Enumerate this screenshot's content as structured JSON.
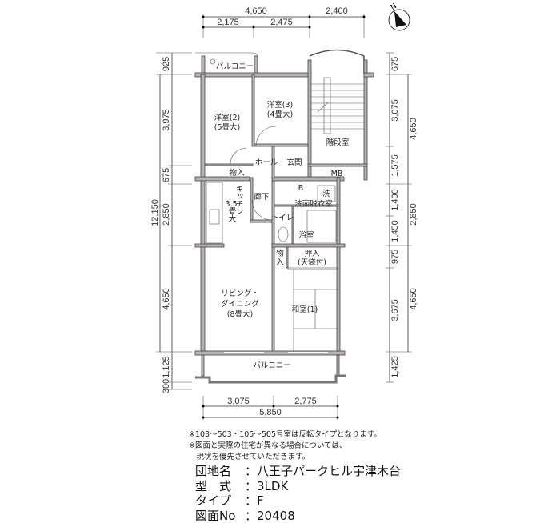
{
  "dimensions": {
    "top": [
      "4,650",
      "2,400",
      "2,175",
      "2,475"
    ],
    "bottom": [
      "3,075",
      "2,775",
      "5,850"
    ],
    "left": [
      "925",
      "3,975",
      "675",
      "2,850",
      "4,650",
      "1,125",
      "300",
      "12,150"
    ],
    "right_inner": [
      "675",
      "3,075",
      "1,575",
      "1,400",
      "1,450",
      "975",
      "3,675",
      "1,425"
    ],
    "right_outer": [
      "4,650",
      "2,850",
      "4,650"
    ]
  },
  "rooms": {
    "balcony_top": "バルコニー",
    "western2": "洋室(2)",
    "western2_size": "(5畳大)",
    "western3": "洋室(3)",
    "western3_size": "(4畳大)",
    "stairs": "階段室",
    "hall": "ホール",
    "entrance": "玄関",
    "storage1": "物入",
    "mb": "MB",
    "kitchen": "キッチン",
    "kitchen_size1": "3.5",
    "kitchen_size2": "畳大",
    "corridor": "廊下",
    "b_mark": "B",
    "washer": "洗",
    "washroom": "洗面脱衣室",
    "toilet": "トイレ",
    "bath": "浴室",
    "storage2a": "物",
    "storage2b": "入",
    "oshiire": "押入",
    "oshiire_sub": "(天袋付)",
    "living1": "リビング・",
    "living2": "ダイニング",
    "living_size": "(8畳大)",
    "washitsu": "和室(1)",
    "balcony_bottom": "バルコニー"
  },
  "compass": {
    "label": "N"
  },
  "notes": [
    "※103～503・105～505号室は反転タイプとなります。",
    "※図面と実際の住宅が異なる場合については、",
    "　現状を優先させていただきます。"
  ],
  "info": [
    {
      "label": "団地名",
      "value": "八王子パークヒル宇津木台"
    },
    {
      "label": "型　式",
      "value": "3LDK"
    },
    {
      "label": "タイプ",
      "value": "F"
    },
    {
      "label": "図面No",
      "value": "20408"
    }
  ],
  "separator": "："
}
